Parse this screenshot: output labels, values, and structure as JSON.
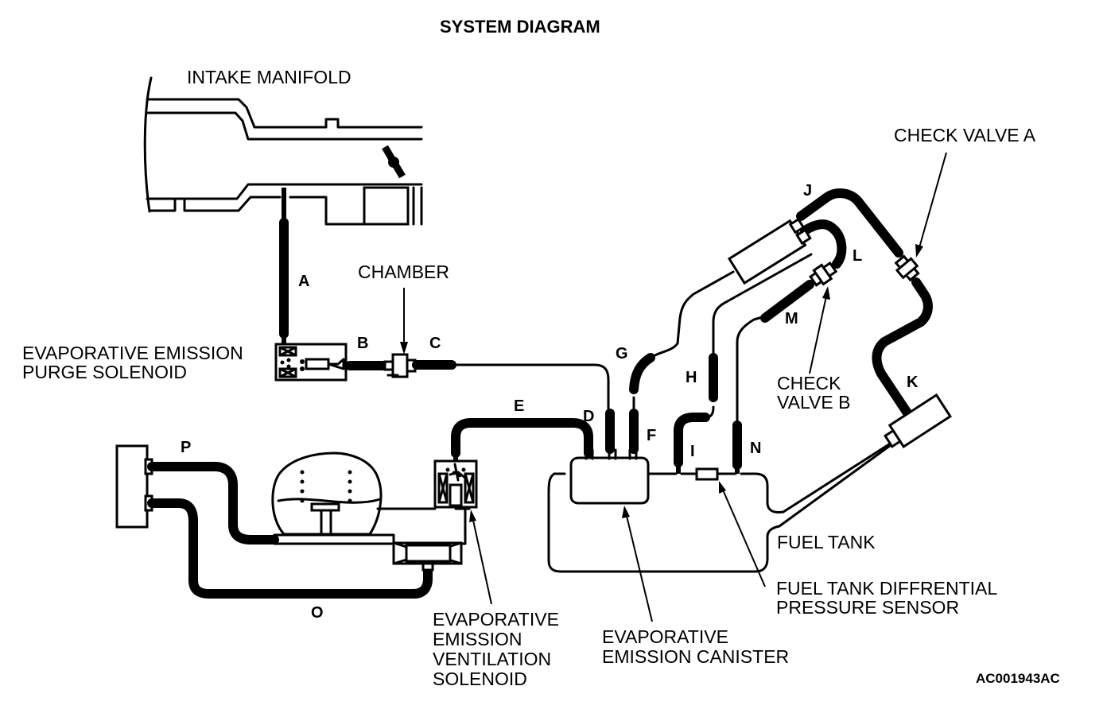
{
  "title": "SYSTEM DIAGRAM",
  "image_code": "AC001943AC",
  "labels": {
    "intake_manifold": "INTAKE MANIFOLD",
    "chamber": "CHAMBER",
    "check_valve_a": "CHECK VALVE A",
    "check_valve_b_line1": "CHECK",
    "check_valve_b_line2": "VALVE B",
    "purge_solenoid_line1": "EVAPORATIVE EMISSION",
    "purge_solenoid_line2": "PURGE SOLENOID",
    "ventilation_solenoid_line1": "EVAPORATIVE",
    "ventilation_solenoid_line2": "EMISSION",
    "ventilation_solenoid_line3": "VENTILATION",
    "ventilation_solenoid_line4": "SOLENOID",
    "canister_line1": "EVAPORATIVE",
    "canister_line2": "EMISSION CANISTER",
    "fuel_tank": "FUEL TANK",
    "pressure_sensor_line1": "FUEL TANK DIFFRENTIAL",
    "pressure_sensor_line2": "PRESSURE SENSOR"
  },
  "hose_letters": {
    "a": "A",
    "b": "B",
    "c": "C",
    "d": "D",
    "e": "E",
    "f": "F",
    "g": "G",
    "h": "H",
    "i": "I",
    "j": "J",
    "k": "K",
    "l": "L",
    "m": "M",
    "n": "N",
    "o": "O",
    "p": "P"
  }
}
